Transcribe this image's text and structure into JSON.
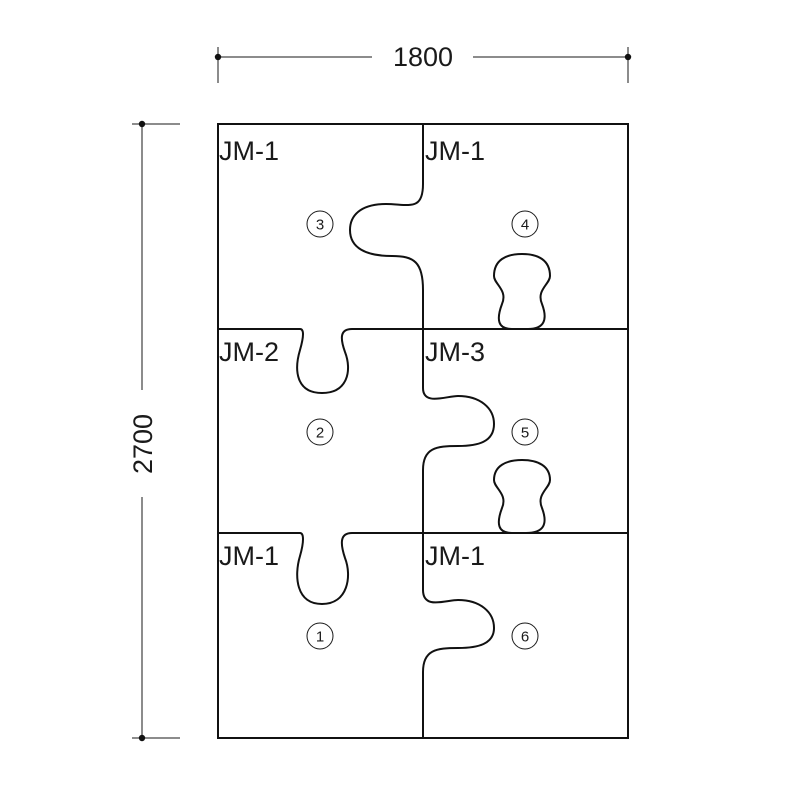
{
  "dimensions": {
    "width_label": "1800",
    "height_label": "2700"
  },
  "pieces": [
    {
      "label": "JM-1",
      "number": "3"
    },
    {
      "label": "JM-1",
      "number": "4"
    },
    {
      "label": "JM-2",
      "number": "2"
    },
    {
      "label": "JM-3",
      "number": "5"
    },
    {
      "label": "JM-1",
      "number": "1"
    },
    {
      "label": "JM-1",
      "number": "6"
    }
  ]
}
